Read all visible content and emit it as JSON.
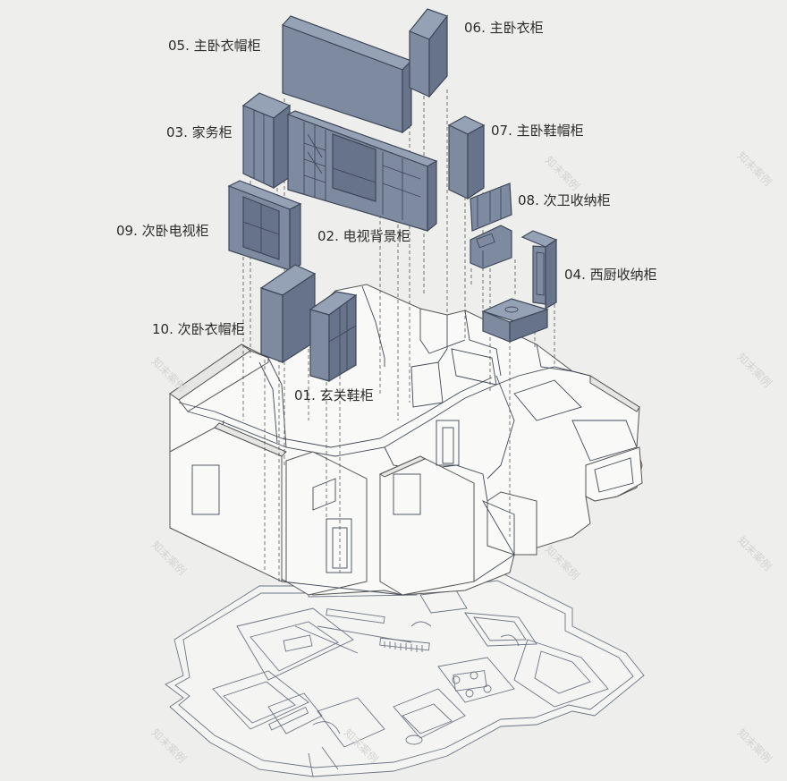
{
  "labels": {
    "c01": "01. 玄关鞋柜",
    "c02": "02. 电视背景柜",
    "c03": "03. 家务柜",
    "c04": "04. 西厨收纳柜",
    "c05": "05. 主卧衣帽柜",
    "c06": "06. 主卧衣柜",
    "c07": "07. 主卧鞋帽柜",
    "c08": "08. 次卫收纳柜",
    "c09": "09. 次卧电视柜",
    "c10": "10. 次卧衣帽柜"
  },
  "watermark": "知末案例",
  "colors": {
    "cabinet": "#7d8aa0",
    "cabinet_dark": "#5f6a7d",
    "line": "#4b5566",
    "wall": "#f8f8f6",
    "background": "#eeeeec"
  }
}
